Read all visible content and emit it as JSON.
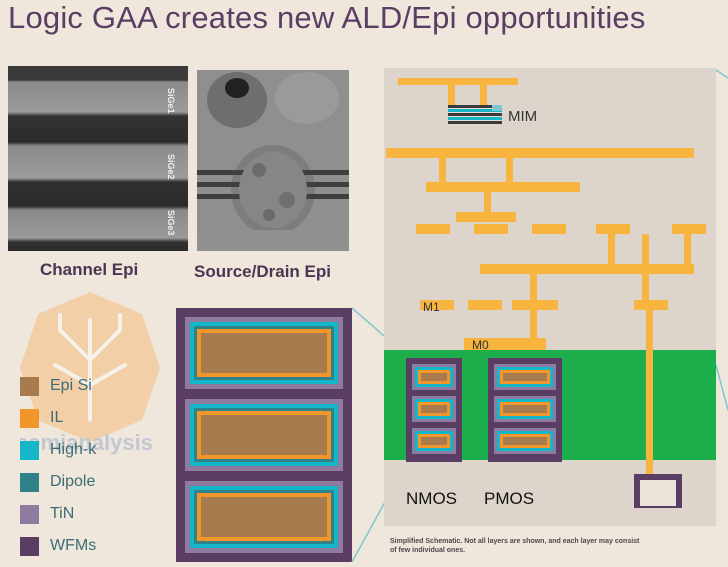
{
  "title": "Logic GAA creates new ALD/Epi opportunities",
  "images": {
    "channel_caption": "Channel Epi",
    "sd_caption": "Source/Drain Epi",
    "channel_layers": [
      "SiGe1",
      "SiGe2",
      "SiGe3"
    ]
  },
  "legend": [
    {
      "label": "Epi Si",
      "color": "#a87b4f"
    },
    {
      "label": "IL",
      "color": "#f0962a"
    },
    {
      "label": "High-k",
      "color": "#15b6c7"
    },
    {
      "label": "Dipole",
      "color": "#2f8287"
    },
    {
      "label": "TiN",
      "color": "#8e7b9f"
    },
    {
      "label": "WFMs",
      "color": "#5a3d63"
    }
  ],
  "schematic": {
    "mim_label": "MIM",
    "m1_label": "M1",
    "m0_label": "M0",
    "nmos_label": "NMOS",
    "pmos_label": "PMOS",
    "note": "Simplified Schematic. Not all layers are shown, and each layer may consist of few individual ones.",
    "colors": {
      "metal": "#f7b43f",
      "active": "#1bae4b",
      "background": "#ddd5cb"
    }
  },
  "watermark": "semianalysis"
}
